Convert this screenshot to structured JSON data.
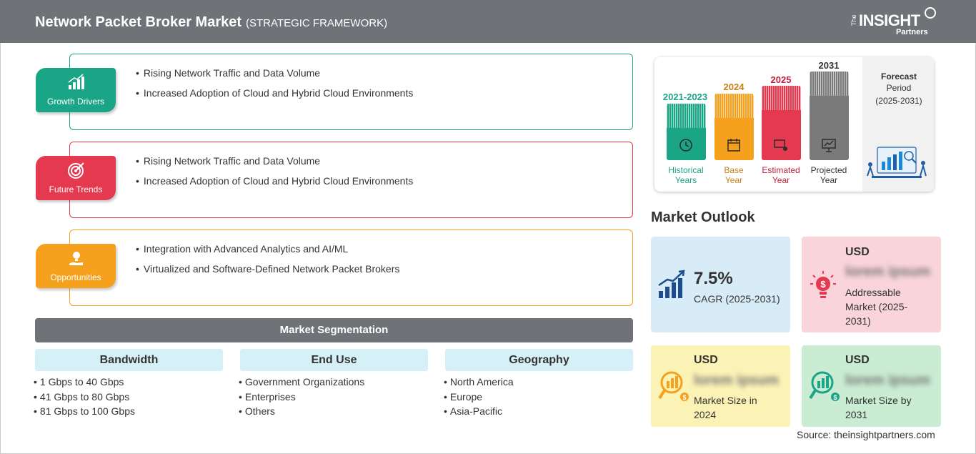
{
  "header": {
    "title": "Network Packet Broker Market",
    "subtitle": "(STRATEGIC FRAMEWORK)",
    "logo": {
      "the": "The",
      "insight": "INSIGHT",
      "partners": "Partners"
    }
  },
  "panels": [
    {
      "label": "Growth Drivers",
      "color": "#1aa586",
      "icon": "growth-chart-icon",
      "items": [
        "Rising Network Traffic and Data Volume",
        "Increased Adoption of Cloud and Hybrid Cloud Environments"
      ]
    },
    {
      "label": "Future Trends",
      "color": "#e4394f",
      "icon": "target-icon",
      "items": [
        "Rising Network Traffic and Data Volume",
        "Increased Adoption of Cloud and Hybrid Cloud Environments"
      ]
    },
    {
      "label": "Opportunities",
      "color": "#f5a11d",
      "icon": "lightbulb-hand-icon",
      "items": [
        "Integration with Advanced Analytics and AI/ML",
        "Virtualized and Software-Defined Network Packet Brokers"
      ]
    }
  ],
  "segmentation": {
    "title": "Market Segmentation",
    "columns": [
      {
        "header": "Bandwidth",
        "items": [
          "1 Gbps to 40 Gbps",
          "41 Gbps to 80 Gbps",
          "81 Gbps to 100 Gbps"
        ]
      },
      {
        "header": "End Use",
        "items": [
          "Government Organizations",
          "Enterprises",
          "Others"
        ]
      },
      {
        "header": "Geography",
        "items": [
          "North America",
          "Europe",
          "Asia-Pacific"
        ]
      }
    ]
  },
  "timeline": {
    "bars": [
      {
        "year": "2021-2023",
        "caption_line1": "Historical",
        "caption_line2": "Years",
        "color": "#1aa586",
        "icon": "history-icon"
      },
      {
        "year": "2024",
        "caption_line1": "Base",
        "caption_line2": "Year",
        "color": "#f5a11d",
        "icon": "calendar-icon"
      },
      {
        "year": "2025",
        "caption_line1": "Estimated",
        "caption_line2": "Year",
        "color": "#e4394f",
        "icon": "estimate-icon"
      },
      {
        "year": "2031",
        "caption_line1": "Projected",
        "caption_line2": "Year",
        "color": "#7a7a7a",
        "icon": "presentation-icon"
      }
    ],
    "forecast": {
      "line1": "Forecast",
      "line2": "Period",
      "line3": "(2025-2031)"
    }
  },
  "outlook": {
    "title": "Market Outlook",
    "cagr": {
      "value": "7.5%",
      "label": "CAGR (2025-2031)",
      "color": "#d8ecf7"
    },
    "addressable": {
      "currency": "USD",
      "value": "lorem ipsum",
      "label": "Addressable Market (2025-2031)",
      "color": "#f9d4da"
    },
    "size2024": {
      "currency": "USD",
      "value": "lorem ipsum",
      "label": "Market Size in 2024",
      "color": "#fbf3b5"
    },
    "size2031": {
      "currency": "USD",
      "value": "lorem ipsum",
      "label": "Market Size by 2031",
      "color": "#c9ecd3"
    }
  },
  "source": "Source: theinsightpartners.com"
}
